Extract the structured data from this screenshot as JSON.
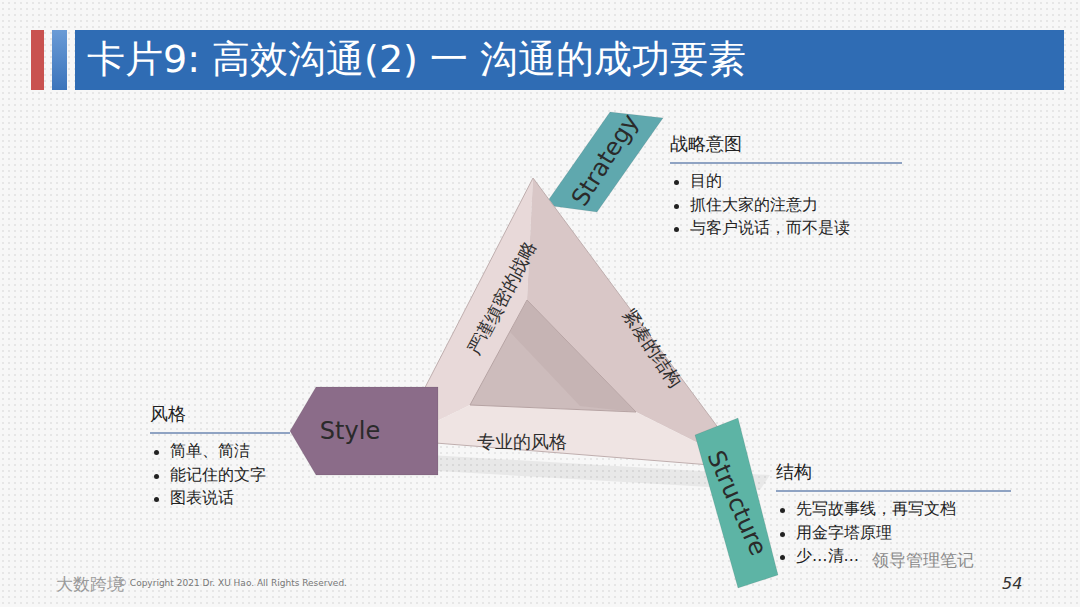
{
  "diagram": {
    "title": "卡片9: 高效沟通(2) 一 沟通的成功要素",
    "nodes": [
      {
        "text": [
          "Strategy"
        ]
      },
      {
        "text": [
          "战略意图",
          "目的",
          "抓住大家的注意力",
          "与客户说话，而不是读"
        ]
      },
      {
        "text": [
          "严谨缜密的战略",
          "紧凑的结构",
          "专业的风格"
        ]
      },
      {
        "text": [
          "Style"
        ]
      },
      {
        "text": [
          "风格",
          "简单、简洁",
          "能记住的文字",
          "图表说话"
        ]
      },
      {
        "text": [
          "Structure"
        ]
      },
      {
        "text": [
          "结构",
          "先写故事线，再写文档",
          "用金字塔原理",
          "少…清…"
        ]
      }
    ],
    "labels": [
      "© Copyright 2021 Dr. XU Hao. All Rights Reserved.",
      "54",
      "领导管理笔记",
      "大数跨境"
    ]
  }
}
